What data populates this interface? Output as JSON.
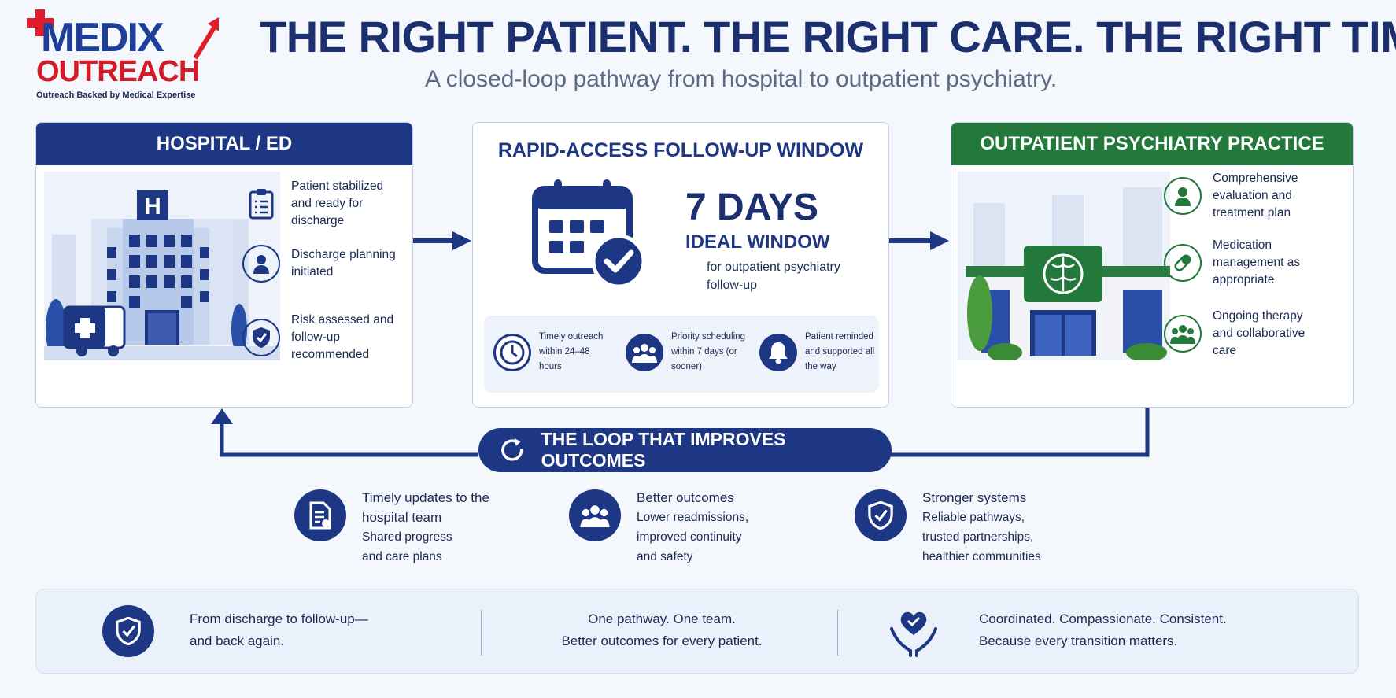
{
  "logo": {
    "name_line1": "MEDIX",
    "name_line2": "OUTREACH",
    "tagline": "Outreach Backed by Medical Expertise"
  },
  "header": {
    "title": "THE RIGHT PATIENT. THE RIGHT CARE. THE RIGHT TIME.",
    "subtitle": "A closed-loop pathway from hospital to outpatient psychiatry."
  },
  "hospital": {
    "title": "HOSPITAL / ED",
    "building_sign": "H",
    "items": [
      {
        "icon": "clipboard-icon",
        "text": "Patient stabilized and ready for discharge"
      },
      {
        "icon": "person-icon",
        "text": "Discharge planning initiated"
      },
      {
        "icon": "shield-check-icon",
        "text": "Risk assessed and follow-up recommended"
      }
    ]
  },
  "window": {
    "title": "RAPID-ACCESS FOLLOW-UP WINDOW",
    "days": "7 DAYS",
    "ideal": "IDEAL WINDOW",
    "for_text": "for outpatient psychiatry follow-up",
    "strip": [
      {
        "icon": "clock-icon",
        "text": "Timely outreach within 24–48 hours"
      },
      {
        "icon": "people-icon",
        "text": "Priority scheduling within 7 days (or sooner)"
      },
      {
        "icon": "bell-icon",
        "text": "Patient reminded and supported all the way"
      }
    ]
  },
  "practice": {
    "title": "OUTPATIENT PSYCHIATRY PRACTICE",
    "items": [
      {
        "icon": "person-icon",
        "text": "Comprehensive evaluation and treatment plan"
      },
      {
        "icon": "pill-icon",
        "text": "Medication management as appropriate"
      },
      {
        "icon": "group-icon",
        "text": "Ongoing therapy and collaborative care"
      }
    ]
  },
  "loop": {
    "label": "THE LOOP THAT IMPROVES OUTCOMES",
    "outcomes": [
      {
        "icon": "document-icon",
        "heading": "Timely updates to the hospital team",
        "body": "Shared progress and care plans"
      },
      {
        "icon": "people-icon",
        "heading": "Better outcomes",
        "body": "Lower readmissions, improved continuity and safety"
      },
      {
        "icon": "shield-check-icon",
        "heading": "Stronger systems",
        "body": "Reliable pathways, trusted partnerships, healthier communities"
      }
    ]
  },
  "footer": {
    "left_line1": "From discharge to follow-up—",
    "left_line2": "and back again.",
    "middle_line1": "One pathway. One team.",
    "middle_line2": "Better outcomes for every patient.",
    "right_line1": "Coordinated. Compassionate. Consistent.",
    "right_line2": "Because every transition matters."
  },
  "colors": {
    "navy": "#1d3784",
    "green": "#23783c",
    "red": "#e01e2b"
  }
}
